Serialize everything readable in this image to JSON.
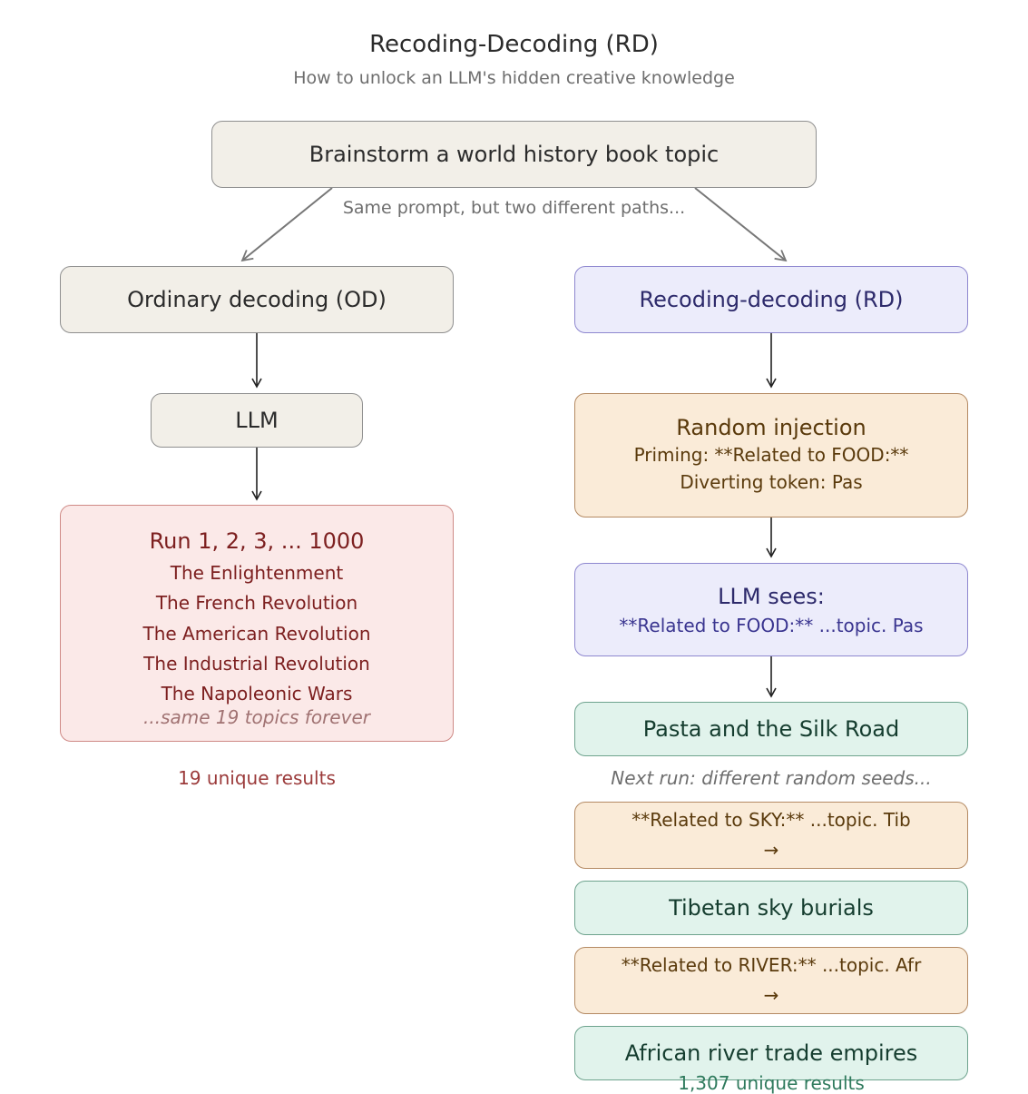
{
  "title": "Recoding-Decoding (RD)",
  "subtitle": "How to unlock an LLM's hidden creative knowledge",
  "prompt_box": "Brainstorm a world history book topic",
  "split_note": "Same prompt, but two different paths...",
  "od": {
    "header": "Ordinary decoding (OD)",
    "model": "LLM",
    "runs_title": "Run 1, 2, 3, ... 1000",
    "topics": [
      "The Enlightenment",
      "The French Revolution",
      "The American Revolution",
      "The Industrial Revolution",
      "The Napoleonic Wars"
    ],
    "repeat_note": "...same 19 topics forever",
    "result": "19 unique results"
  },
  "rd": {
    "header": "Recoding-decoding (RD)",
    "injection_title": "Random injection",
    "priming": "Priming: **Related to FOOD:**",
    "diverting": "Diverting token: Pas",
    "sees_title": "LLM sees:",
    "sees_text": "**Related to FOOD:** ...topic. Pas",
    "output1": "Pasta and the Silk Road",
    "next_run_note": "Next run: different random seeds...",
    "run2_input": "**Related to SKY:** ...topic. Tib",
    "run2_arrow": "→",
    "output2": "Tibetan sky burials",
    "run3_input": "**Related to RIVER:** ...topic. Afr",
    "run3_arrow": "→",
    "output3": "African river trade empires",
    "result": "1,307 unique results"
  },
  "colors": {
    "neutral_fill": "#f2efe8",
    "lavender_fill": "#ececfb",
    "peach_fill": "#faebd8",
    "rose_fill": "#fbe9e8",
    "mint_fill": "#e1f3ec",
    "od_result_text": "#9b3a3a",
    "rd_result_text": "#2f7a5d"
  }
}
